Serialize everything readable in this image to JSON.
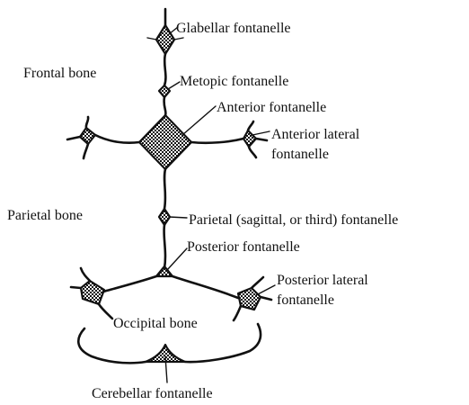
{
  "labels": {
    "glabellar": "Glabellar fontanelle",
    "frontal_bone": "Frontal bone",
    "metopic": "Metopic fontanelle",
    "anterior": "Anterior fontanelle",
    "anterior_lateral_1": "Anterior lateral",
    "anterior_lateral_2": "fontanelle",
    "parietal_bone": "Parietal bone",
    "parietal_fontanelle": "Parietal (sagittal, or third) fontanelle",
    "posterior": "Posterior fontanelle",
    "posterior_lateral_1": "Posterior lateral",
    "posterior_lateral_2": "fontanelle",
    "occipital_bone": "Occipital bone",
    "cerebellar": "Cerebellar fontanelle"
  },
  "colors": {
    "ink": "#111111",
    "background": "#ffffff"
  }
}
